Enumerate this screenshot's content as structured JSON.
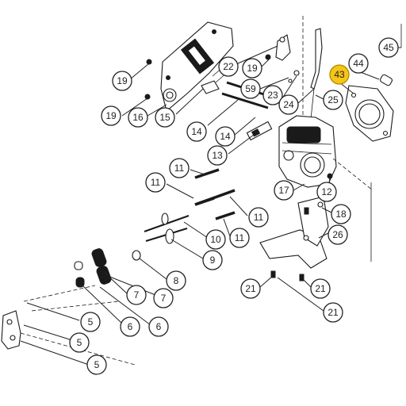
{
  "diagram": {
    "highlight_color": "#f5c518",
    "callouts": [
      {
        "id": "c45",
        "label": "45"
      },
      {
        "id": "c43",
        "label": "43",
        "highlight": true
      },
      {
        "id": "c44",
        "label": "44"
      },
      {
        "id": "c25",
        "label": "25"
      },
      {
        "id": "c22",
        "label": "22"
      },
      {
        "id": "c19a",
        "label": "19"
      },
      {
        "id": "c19b",
        "label": "19"
      },
      {
        "id": "c19c",
        "label": "19"
      },
      {
        "id": "c59",
        "label": "59"
      },
      {
        "id": "c23",
        "label": "23"
      },
      {
        "id": "c24",
        "label": "24"
      },
      {
        "id": "c16",
        "label": "16"
      },
      {
        "id": "c15",
        "label": "15"
      },
      {
        "id": "c14a",
        "label": "14"
      },
      {
        "id": "c14b",
        "label": "14"
      },
      {
        "id": "c13",
        "label": "13"
      },
      {
        "id": "c11a",
        "label": "11"
      },
      {
        "id": "c11b",
        "label": "11"
      },
      {
        "id": "c11c",
        "label": "11"
      },
      {
        "id": "c11d",
        "label": "11"
      },
      {
        "id": "c17",
        "label": "17"
      },
      {
        "id": "c12",
        "label": "12"
      },
      {
        "id": "c18",
        "label": "18"
      },
      {
        "id": "c26",
        "label": "26"
      },
      {
        "id": "c10",
        "label": "10"
      },
      {
        "id": "c9",
        "label": "9"
      },
      {
        "id": "c8",
        "label": "8"
      },
      {
        "id": "c7a",
        "label": "7"
      },
      {
        "id": "c7b",
        "label": "7"
      },
      {
        "id": "c6a",
        "label": "6"
      },
      {
        "id": "c6b",
        "label": "6"
      },
      {
        "id": "c5a",
        "label": "5"
      },
      {
        "id": "c5b",
        "label": "5"
      },
      {
        "id": "c5c",
        "label": "5"
      },
      {
        "id": "c21a",
        "label": "21"
      },
      {
        "id": "c21b",
        "label": "21"
      },
      {
        "id": "c21c",
        "label": "21"
      }
    ]
  }
}
